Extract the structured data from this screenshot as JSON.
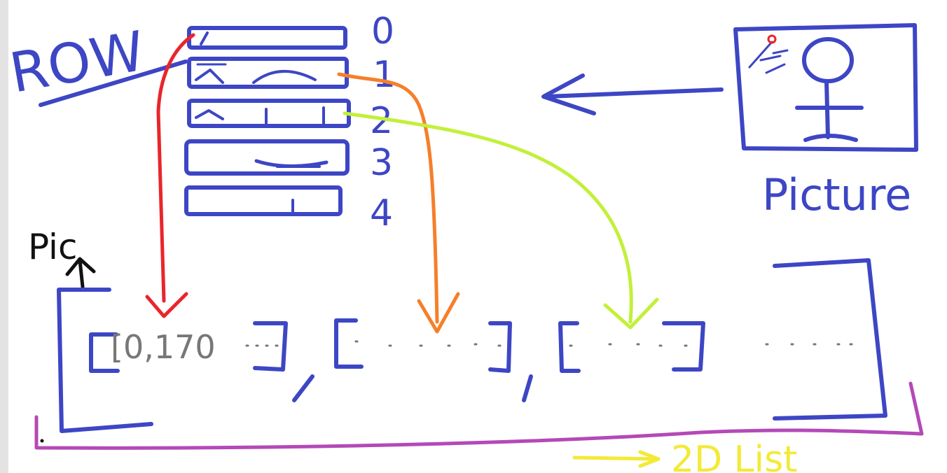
{
  "labels": {
    "row": "ROW",
    "indices": [
      "0",
      "1",
      "2",
      "3",
      "4"
    ],
    "picture": "Picture",
    "pic": "Pic",
    "first_entry": "[0,170",
    "list": "2D List"
  },
  "colors": {
    "ink": "#3d46c4",
    "red": "#e8262b",
    "orange": "#f57f2a",
    "lime": "#c2f03a",
    "purple": "#b449b8",
    "yellow": "#f2ea37",
    "black": "#111111",
    "grey": "#777777"
  }
}
